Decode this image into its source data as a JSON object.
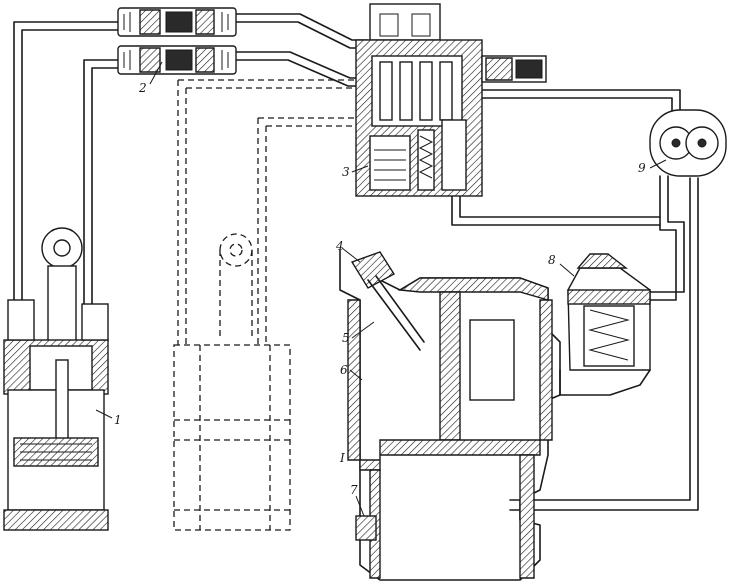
{
  "callouts": [
    {
      "id": "c1",
      "label": "1"
    },
    {
      "id": "c2",
      "label": "2"
    },
    {
      "id": "c3",
      "label": "3"
    },
    {
      "id": "c4",
      "label": "4"
    },
    {
      "id": "c5",
      "label": "5"
    },
    {
      "id": "c6",
      "label": "6"
    },
    {
      "id": "c7",
      "label": "7"
    },
    {
      "id": "c8",
      "label": "8"
    },
    {
      "id": "c9",
      "label": "9"
    },
    {
      "id": "cI",
      "label": "I"
    }
  ]
}
